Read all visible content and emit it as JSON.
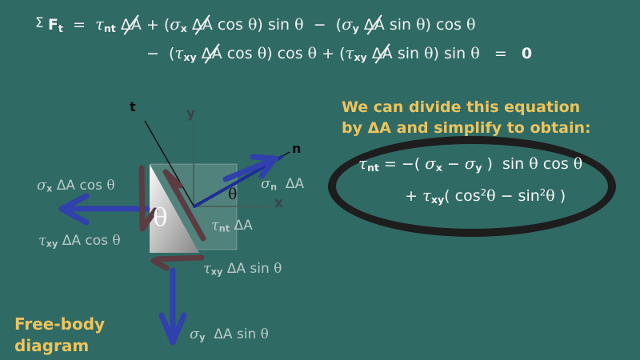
{
  "colors": {
    "background": "#306a64",
    "equation_text": "#f1f3f2",
    "note_yellow": "#ecc45e",
    "label_pale": "#b7cbc7",
    "arrow_blue": "#3040ac",
    "arrow_maroon": "#5c3b41",
    "n_line_navy": "#1e2d96",
    "ellipse_black": "#1d1d1d"
  },
  "top_equation": {
    "line1": [
      {
        "t": "Σ ",
        "s": "sig"
      },
      {
        "t": "F",
        "s": "b"
      },
      {
        "t": "t",
        "s": "bsub"
      },
      {
        "t": "  =  ",
        "s": "n"
      },
      {
        "t": "τ",
        "s": "g"
      },
      {
        "t": "nt",
        "s": "bsub"
      },
      {
        "t": " ",
        "s": "n"
      },
      {
        "t": "ΔA",
        "s": "slash"
      },
      {
        "t": " + (",
        "s": "n"
      },
      {
        "t": "σ",
        "s": "g"
      },
      {
        "t": "x",
        "s": "bsub"
      },
      {
        "t": " ",
        "s": "n"
      },
      {
        "t": "ΔA",
        "s": "slash"
      },
      {
        "t": " cos ",
        "s": "n"
      },
      {
        "t": "θ",
        "s": "gt"
      },
      {
        "t": ") sin ",
        "s": "n"
      },
      {
        "t": "θ",
        "s": "gt"
      },
      {
        "t": "  −  (",
        "s": "n"
      },
      {
        "t": "σ",
        "s": "g"
      },
      {
        "t": "y",
        "s": "bsub"
      },
      {
        "t": " ",
        "s": "n"
      },
      {
        "t": "ΔA",
        "s": "slash"
      },
      {
        "t": " sin ",
        "s": "n"
      },
      {
        "t": "θ",
        "s": "gt"
      },
      {
        "t": ") cos ",
        "s": "n"
      },
      {
        "t": "θ",
        "s": "gt"
      }
    ],
    "line2": [
      {
        "t": "−  (",
        "s": "n"
      },
      {
        "t": "τ",
        "s": "g"
      },
      {
        "t": "xy",
        "s": "bsub"
      },
      {
        "t": " ",
        "s": "n"
      },
      {
        "t": "ΔA",
        "s": "slash"
      },
      {
        "t": " cos ",
        "s": "n"
      },
      {
        "t": "θ",
        "s": "gt"
      },
      {
        "t": ") cos ",
        "s": "n"
      },
      {
        "t": "θ",
        "s": "gt"
      },
      {
        "t": " + (",
        "s": "n"
      },
      {
        "t": "τ",
        "s": "g"
      },
      {
        "t": "xy",
        "s": "bsub"
      },
      {
        "t": " ",
        "s": "n"
      },
      {
        "t": "ΔA",
        "s": "slash"
      },
      {
        "t": " sin ",
        "s": "n"
      },
      {
        "t": "θ",
        "s": "gt"
      },
      {
        "t": ") sin ",
        "s": "n"
      },
      {
        "t": "θ",
        "s": "gt"
      },
      {
        "t": "   =   ",
        "s": "n"
      },
      {
        "t": "0",
        "s": "b"
      }
    ]
  },
  "note": {
    "line1": "We can divide this equation",
    "line2": "by ΔA and simplify to obtain:"
  },
  "boxed_equation": {
    "line1": [
      {
        "t": "τ",
        "s": "g"
      },
      {
        "t": "nt",
        "s": "bsub"
      },
      {
        "t": " = −( ",
        "s": "n"
      },
      {
        "t": "σ",
        "s": "g"
      },
      {
        "t": "x",
        "s": "bsub"
      },
      {
        "t": " − ",
        "s": "n"
      },
      {
        "t": "σ",
        "s": "g"
      },
      {
        "t": "y",
        "s": "bsub"
      },
      {
        "t": " )  sin ",
        "s": "n"
      },
      {
        "t": "θ",
        "s": "gt"
      },
      {
        "t": " cos ",
        "s": "n"
      },
      {
        "t": "θ",
        "s": "gt"
      }
    ],
    "line2": [
      {
        "t": "+ ",
        "s": "n"
      },
      {
        "t": "τ",
        "s": "g"
      },
      {
        "t": "xy",
        "s": "bsub"
      },
      {
        "t": "( cos",
        "s": "n"
      },
      {
        "t": "2",
        "s": "sup"
      },
      {
        "t": "θ",
        "s": "gt"
      },
      {
        "t": " − sin",
        "s": "n"
      },
      {
        "t": "2",
        "s": "sup"
      },
      {
        "t": "θ",
        "s": "gt"
      },
      {
        "t": " )",
        "s": "n"
      }
    ]
  },
  "caption": {
    "line1": "Free-body",
    "line2": "diagram"
  },
  "diagram": {
    "axis_labels": {
      "t": "t",
      "y": "y",
      "n": "n",
      "x": "x"
    },
    "theta_wedge": "θ",
    "theta_axis": "θ",
    "force_labels": {
      "sigma_x": [
        {
          "t": "σ",
          "s": "g"
        },
        {
          "t": "x",
          "s": "bsub"
        },
        {
          "t": " ΔA cos ",
          "s": "n"
        },
        {
          "t": "θ",
          "s": "gt"
        }
      ],
      "tau_xy_cos": [
        {
          "t": "τ",
          "s": "g"
        },
        {
          "t": "xy",
          "s": "bsub"
        },
        {
          "t": " ΔA cos ",
          "s": "n"
        },
        {
          "t": "θ",
          "s": "gt"
        }
      ],
      "tau_xy_sin": [
        {
          "t": "τ",
          "s": "g"
        },
        {
          "t": "xy",
          "s": "bsub"
        },
        {
          "t": " ΔA sin ",
          "s": "n"
        },
        {
          "t": "θ",
          "s": "gt"
        }
      ],
      "sigma_y": [
        {
          "t": "σ",
          "s": "g"
        },
        {
          "t": "y",
          "s": "bsub"
        },
        {
          "t": "  ΔA sin ",
          "s": "n"
        },
        {
          "t": "θ",
          "s": "gt"
        }
      ],
      "sigma_n": [
        {
          "t": "σ",
          "s": "g"
        },
        {
          "t": "n",
          "s": "bsub"
        },
        {
          "t": "  ΔA",
          "s": "n"
        }
      ],
      "tau_nt": [
        {
          "t": "τ",
          "s": "g"
        },
        {
          "t": "nt",
          "s": "bsub"
        },
        {
          "t": " ΔA",
          "s": "n"
        }
      ]
    }
  }
}
